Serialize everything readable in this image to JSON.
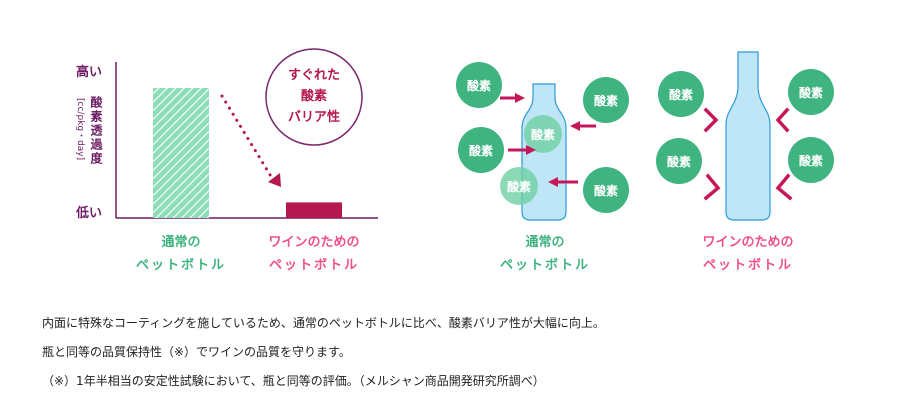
{
  "colors": {
    "green": "#5cc99a",
    "magenta": "#b5174f",
    "purple": "#6f1f66",
    "pink": "#ef4f8a",
    "bottle_fill": "#bfe6f7",
    "bottle_stroke": "#2d9bd8",
    "arrow": "#c5185a",
    "circle_green": "#3fb480",
    "circle_border": "#7a2a6e"
  },
  "chart_data": {
    "type": "bar",
    "ylabel": "酸素透過度",
    "yunit": "[cc/pkg・day]",
    "y_high_label": "高い",
    "y_low_label": "低い",
    "categories": [
      {
        "line1": "通常の",
        "line2": "ペットボトル"
      },
      {
        "line1": "ワインのための",
        "line2": "ペットボトル"
      }
    ],
    "values": [
      1.0,
      0.12
    ],
    "ylim": [
      0,
      1.2
    ],
    "callout": {
      "line1": "すぐれた",
      "line2": "酸素",
      "line3": "バリア性"
    }
  },
  "diagram": {
    "oxygen_label": "酸素",
    "bottle_normal": {
      "line1": "通常の",
      "line2": "ペットボトル"
    },
    "bottle_wine": {
      "line1": "ワインのための",
      "line2": "ペットボトル"
    }
  },
  "notes": [
    "内面に特殊なコーティングを施しているため、通常のペットボトルに比べ、酸素バリア性が大幅に向上。",
    "瓶と同等の品質保持性（※）でワインの品質を守ります。",
    "（※）1年半相当の安定性試験において、瓶と同等の評価。（メルシャン商品開発研究所調べ）"
  ]
}
